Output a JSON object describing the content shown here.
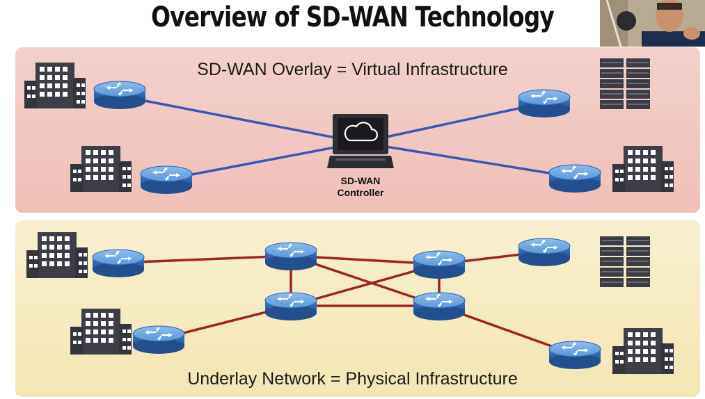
{
  "title": "Overview of SD-WAN Technology",
  "overlay": {
    "caption": "SD-WAN Overlay = Virtual Infrastructure",
    "controller_label_line1": "SD-WAN",
    "controller_label_line2": "Controller"
  },
  "underlay": {
    "caption": "Underlay Network = Physical Infrastructure"
  },
  "icons": {
    "router": "router-icon",
    "building": "office-building-icon",
    "datacenter": "server-rack-icon",
    "controller": "cloud-controller-icon"
  },
  "colors": {
    "overlay_link": "#3b55b5",
    "underlay_link": "#9e2323",
    "router_body": "#4f8fd3",
    "building": "#3e3e48"
  }
}
